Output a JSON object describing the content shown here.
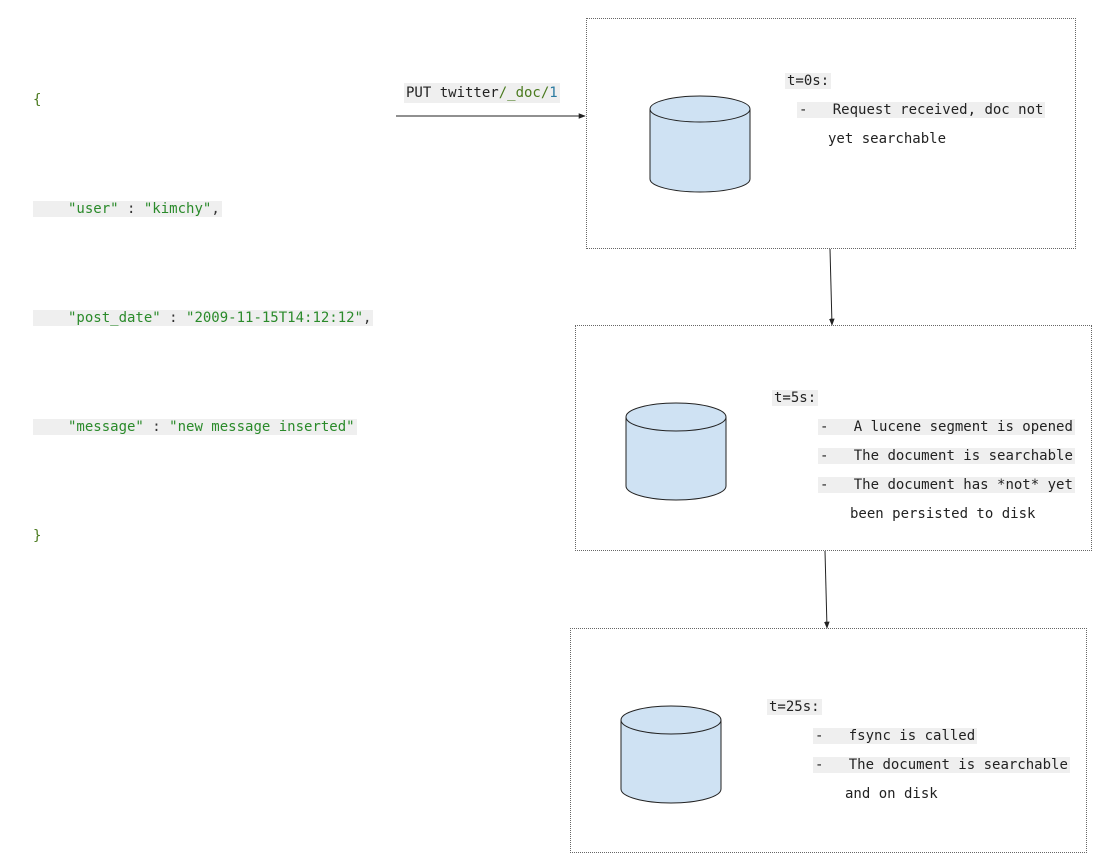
{
  "json_body": {
    "open_brace": "{",
    "close_brace": "}",
    "lines": [
      {
        "key": "\"user\"",
        "value": "\"kimchy\"",
        "tail": ","
      },
      {
        "key": "\"post_date\"",
        "value": "\"2009-11-15T14:12:12\"",
        "tail": ","
      },
      {
        "key": "\"message\"",
        "value": "\"new message inserted\"",
        "tail": ""
      }
    ]
  },
  "request": {
    "method": "PUT twitter",
    "path_mid": "/_doc/",
    "id": "1"
  },
  "stages": [
    {
      "time": "t=0s:",
      "notes": [
        {
          "bullet": "-",
          "lines": [
            "Request received, doc not",
            "yet searchable"
          ]
        }
      ]
    },
    {
      "time": "t=5s:",
      "notes": [
        {
          "bullet": "-",
          "lines": [
            "A lucene segment is opened"
          ]
        },
        {
          "bullet": "-",
          "lines": [
            "The document is searchable"
          ]
        },
        {
          "bullet": "-",
          "lines": [
            "The document has *not* yet",
            "been persisted to disk"
          ]
        }
      ]
    },
    {
      "time": "t=25s:",
      "notes": [
        {
          "bullet": "-",
          "lines": [
            "fsync is called"
          ]
        },
        {
          "bullet": "-",
          "lines": [
            "The document is searchable",
            "and on disk"
          ]
        }
      ]
    }
  ],
  "colors": {
    "cylinder_fill": "#cfe2f3",
    "stroke": "#222222",
    "dotted_border": "#666666",
    "highlight": "#efefef",
    "json_green": "#2a8a2a"
  }
}
